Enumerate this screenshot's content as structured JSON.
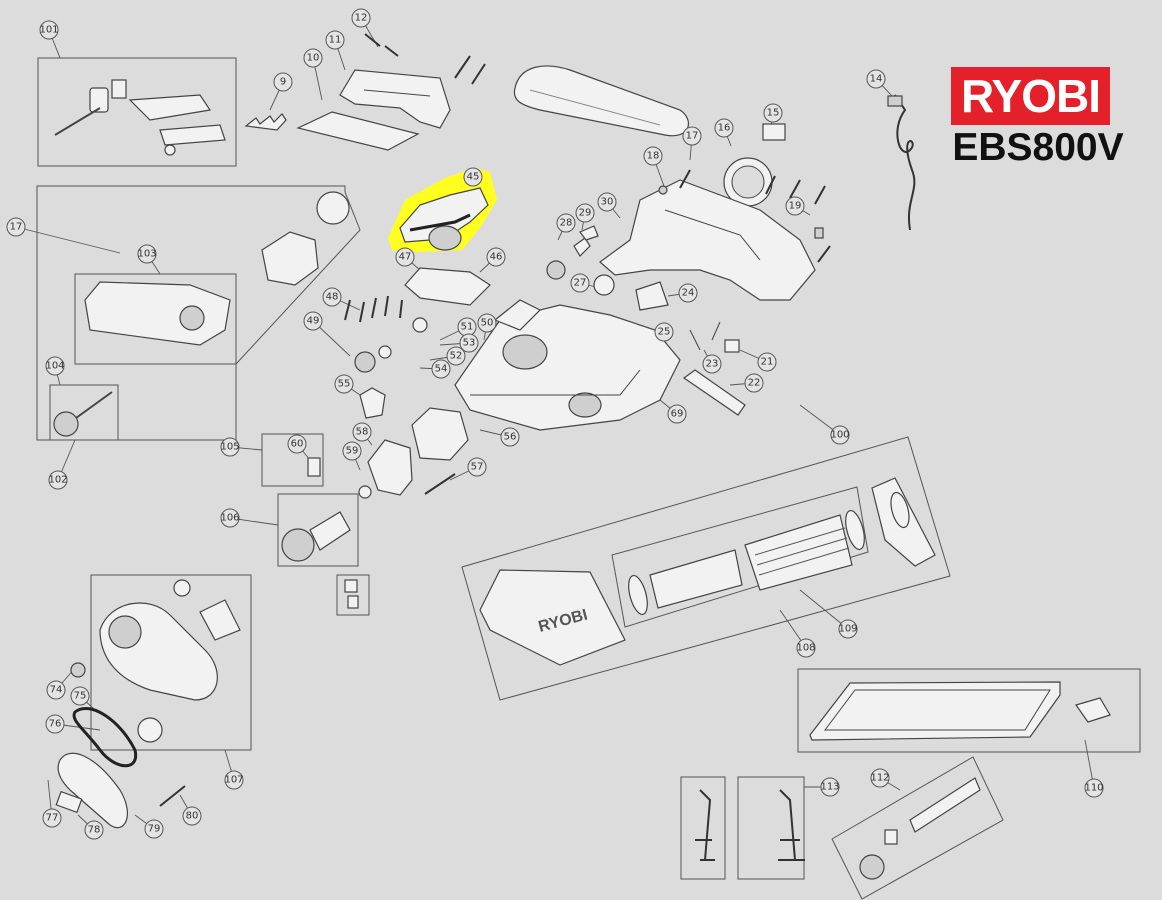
{
  "brand": {
    "logo_text": "RYOBI",
    "model": "EBS800V",
    "colors": {
      "logo_bg": "#e4202a",
      "highlight": "#ffff1f",
      "background": "#dcdcdc"
    }
  },
  "highlighted_part": "45",
  "embossed_logo": "RYOBI",
  "part_numbers": [
    "101",
    "12",
    "11",
    "10",
    "9",
    "14",
    "15",
    "17",
    "16",
    "18",
    "19",
    "17",
    "103",
    "30",
    "29",
    "28",
    "47",
    "46",
    "48",
    "49",
    "27",
    "24",
    "51",
    "50",
    "25",
    "53",
    "52",
    "54",
    "23",
    "21",
    "104",
    "55",
    "22",
    "69",
    "100",
    "56",
    "105",
    "60",
    "58",
    "59",
    "57",
    "102",
    "106",
    "109",
    "108",
    "74",
    "75",
    "76",
    "107",
    "77",
    "78",
    "79",
    "80",
    "110",
    "112",
    "113"
  ]
}
